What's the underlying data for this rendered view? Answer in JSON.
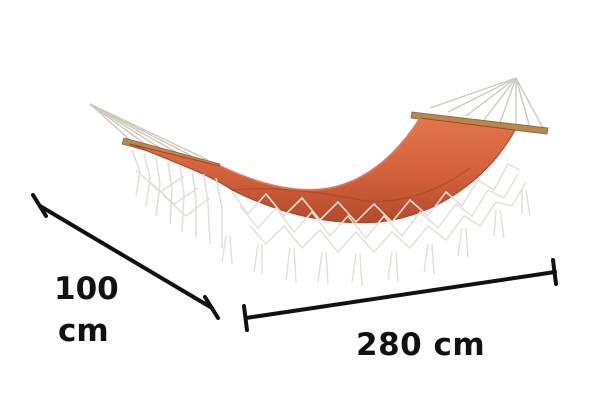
{
  "image": {
    "subject": "hammock",
    "colors": {
      "fabric": "#d2603b",
      "fabric_shadow": "#b24a2b",
      "fabric_highlight": "#e07a52",
      "fringe": "#e6e1d7",
      "wood": "#b8874f",
      "rope": "#ddd8cc",
      "dimension_line": "#111111"
    }
  },
  "dimensions": {
    "width_label": "280 cm",
    "depth_label_line1": "100",
    "depth_label_line2": "cm"
  }
}
